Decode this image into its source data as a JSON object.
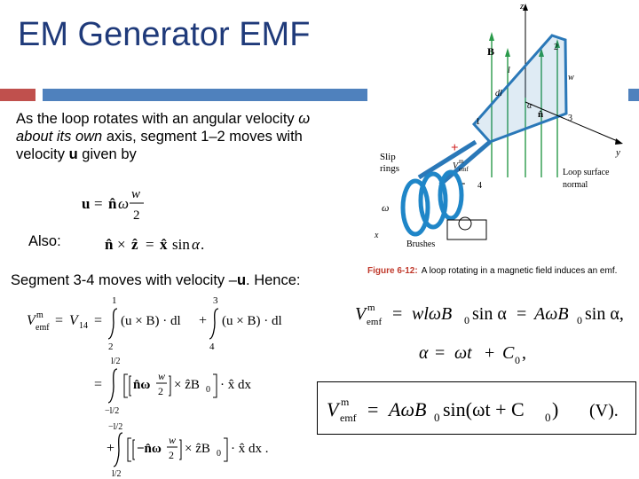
{
  "slide": {
    "title": "EM Generator EMF",
    "intro_text_1": "As the loop rotates with an angular velocity ",
    "intro_omega": "ω about its own",
    "intro_text_2": " axis, segment 1–2 moves with velocity ",
    "intro_u": "u",
    "intro_text_3": " given by",
    "also_label": "Also:",
    "seg34_text_1": "Segment 3-4 moves with velocity –",
    "seg34_u": "u",
    "seg34_text_2": ". Hence:"
  },
  "figure": {
    "caption_label": "Figure 6-12:",
    "caption_text": "A loop rotating in a magnetic field induces an emf.",
    "labels": {
      "z": "z",
      "B": "B",
      "l": "l",
      "dl": "dl",
      "w": "w",
      "n": "n̂",
      "alpha": "α",
      "one": "1",
      "two": "2",
      "three": "3",
      "four": "4",
      "y": "y",
      "x": "x",
      "plus": "+",
      "minus": "−",
      "vemf": "V",
      "vemf_sup": "m",
      "vemf_sub": "emf",
      "slip": "Slip",
      "rings": "rings",
      "brushes": "Brushes",
      "omega": "ω",
      "loop_surface": "Loop surface",
      "normal": "normal"
    },
    "colors": {
      "loop": "#2a78b8",
      "field": "#2a9a4a",
      "plus": "#d02020",
      "rings": "#1f86c8"
    }
  },
  "equations": {
    "u_def": {
      "lhs": "u",
      "eq": "=",
      "nhat": "n̂",
      "omega": "ω",
      "w": "w",
      "two": "2"
    },
    "cross": {
      "n": "n̂",
      "times": "×",
      "z": "ẑ",
      "eq": "=",
      "x": "x̂",
      "sin": "sin",
      "alpha": "α",
      "dot": "."
    },
    "big": {
      "V": "V",
      "m": "m",
      "emf": "emf",
      "eq": "=",
      "V14": "V",
      "sub14": "14",
      "u_cross_B": "(u × B) · dl",
      "plus": "+",
      "lim1_top": "1",
      "lim1_bot": "2",
      "lim2_top": "3",
      "lim2_bot": "4",
      "l2_top": "l/2",
      "l2_bot": "−l/2",
      "l2_top3": "−l/2",
      "l2_bot3": "l/2",
      "term2": "n̂ω",
      "w": "w",
      "two": "2",
      "zB0": "× ẑB",
      "zero": "0",
      "dx": "· x̂ dx",
      "dx3": "· x̂ dx .",
      "minus_n": "−n̂ω"
    },
    "result1": {
      "V": "V",
      "m": "m",
      "emf": "emf",
      "eq": "=",
      "rhs1": "wlωB",
      "zero": "0",
      "sin": "sin α",
      "eq2": "=",
      "rhs2": "AωB",
      "sinalpha": "sin α,"
    },
    "alpha_def": {
      "alpha": "α",
      "eq": "=",
      "rhs": "ωt",
      "plus": "+",
      "C": "C",
      "zero": "0",
      "comma": ","
    },
    "boxed": {
      "V": "V",
      "m": "m",
      "emf": "emf",
      "eq": "=",
      "rhs": "AωB",
      "zero": "0",
      "sin": "sin(ωt + C",
      "close": ")",
      "unit": "(V)."
    }
  }
}
